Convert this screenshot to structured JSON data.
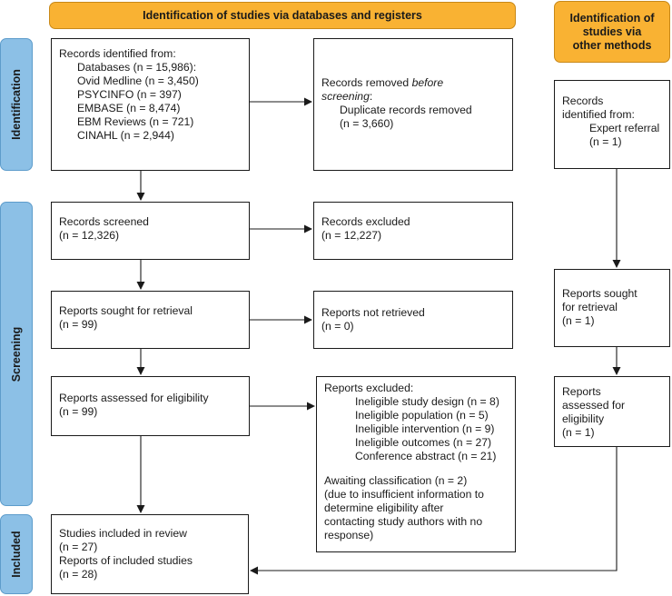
{
  "headers": {
    "databases": "Identification of studies via databases and registers",
    "other_line1": "Identification of",
    "other_line2": "studies via",
    "other_line3": "other methods"
  },
  "phases": {
    "identification": "Identification",
    "screening": "Screening",
    "included": "Included"
  },
  "records_identified": {
    "title": "Records identified from:",
    "databases": "Databases (n = 15,986):",
    "ovid": "Ovid Medline (n = 3,450)",
    "psycinfo": "PSYCINFO (n = 397)",
    "embase": "EMBASE (n = 8,474)",
    "ebm": "EBM Reviews (n = 721)",
    "cinahl": "CINAHL (n = 2,944)"
  },
  "records_removed": {
    "title_prefix": "Records removed ",
    "title_em": "before",
    "title_line2": "screening",
    "title_colon": ":",
    "duplicates": "Duplicate records removed",
    "count": "(n = 3,660)"
  },
  "other_identified": {
    "line1": "Records",
    "line2": "identified from:",
    "line3": "Expert referral",
    "line4": "(n = 1)"
  },
  "screened": {
    "label": "Records screened",
    "count": "(n = 12,326)"
  },
  "excluded": {
    "label": "Records excluded",
    "count": "(n = 12,227)"
  },
  "sought": {
    "label": "Reports sought for retrieval",
    "count": "(n = 99)"
  },
  "not_retrieved": {
    "label": "Reports not retrieved",
    "count": "(n = 0)"
  },
  "other_sought": {
    "line1": "Reports sought",
    "line2": "for retrieval",
    "line3": "(n = 1)"
  },
  "assessed": {
    "label": "Reports assessed for eligibility",
    "count": "(n = 99)"
  },
  "reports_excluded": {
    "title": "Reports excluded:",
    "items": [
      "Ineligible study design (n = 8)",
      "Ineligible population (n = 5)",
      "Ineligible intervention (n = 9)",
      "Ineligible outcomes (n = 27)",
      "Conference abstract (n = 21)"
    ],
    "awaiting": "Awaiting classification (n = 2)",
    "note_lines": [
      "(due to insufficient information to",
      "determine eligibility after",
      "contacting study authors with no",
      "response)"
    ]
  },
  "other_assessed": {
    "line1": "Reports",
    "line2": "assessed for",
    "line3": "eligibility",
    "line4": "(n = 1)"
  },
  "included": {
    "studies": "Studies included in review",
    "studies_n": "(n = 27)",
    "reports": "Reports of included studies",
    "reports_n": "(n = 28)"
  }
}
